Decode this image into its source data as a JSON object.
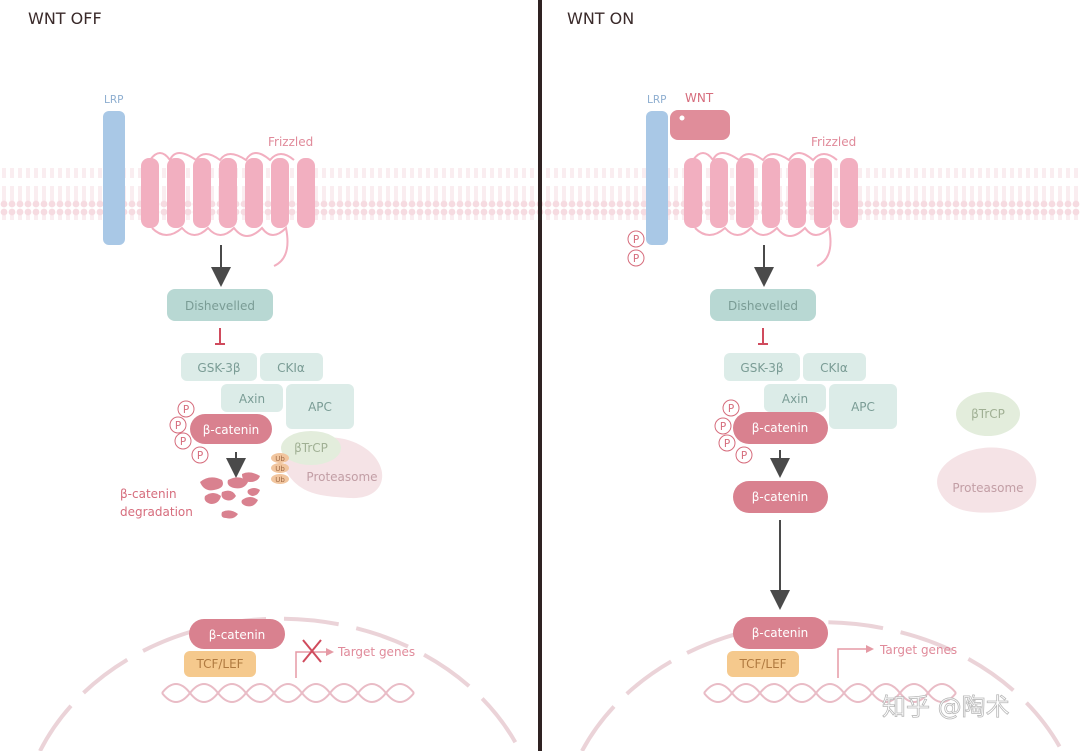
{
  "panels": {
    "off": {
      "title": "WNT OFF",
      "lrp": "LRP",
      "frizzled": "Frizzled",
      "dishevelled": "Dishevelled",
      "gsk3b": "GSK-3β",
      "cki": "CKIα",
      "axin": "Axin",
      "apc": "APC",
      "bcatenin": "β-catenin",
      "btrcp": "βTrCP",
      "proteasome": "Proteasome",
      "ub": "Ub",
      "phos": "P",
      "degradation_line1": "β-catenin",
      "degradation_line2": "degradation",
      "nuclear_bcatenin": "β-catenin",
      "tcf": "TCF/LEF",
      "target": "Target genes"
    },
    "on": {
      "title": "WNT ON",
      "lrp": "LRP",
      "wnt": "WNT",
      "frizzled": "Frizzled",
      "dishevelled": "Dishevelled",
      "gsk3b": "GSK-3β",
      "cki": "CKIα",
      "axin": "Axin",
      "apc": "APC",
      "bcatenin_complex": "β-catenin",
      "bcatenin_free": "β-catenin",
      "btrcp": "βTrCP",
      "proteasome": "Proteasome",
      "phos": "P",
      "nuclear_bcatenin": "β-catenin",
      "tcf": "TCF/LEF",
      "target": "Target genes"
    }
  },
  "watermark": "知乎 @陶术",
  "colors": {
    "membrane": "#f6dbe1",
    "frizzled": "#f2afc0",
    "lrp": "#a9c8e6",
    "wnt": "#e08d9a",
    "dishevelled": "#b8d8d3",
    "gsk": "#dcece8",
    "bcatenin": "#d9818f",
    "btrcp": "#e3eddc",
    "proteasome": "#f5e3e6",
    "tcf": "#f5c98d",
    "divider": "#2f2222",
    "text_pink": "#d66c7c",
    "text_green": "#7a9c95"
  }
}
